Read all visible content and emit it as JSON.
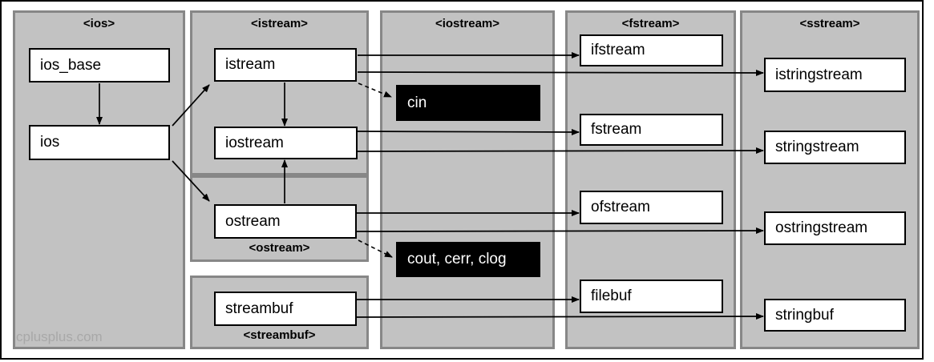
{
  "watermark": "cplusplus.com",
  "headers": {
    "ios": "<ios>",
    "istream": "<istream>",
    "iostream": "<iostream>",
    "fstream": "<fstream>",
    "sstream": "<sstream>",
    "ostream": "<ostream>",
    "streambuf": "<streambuf>"
  },
  "nodes": {
    "ios_base": "ios_base",
    "ios": "ios",
    "istream": "istream",
    "iostream": "iostream",
    "ostream": "ostream",
    "streambuf": "streambuf",
    "cin": "cin",
    "cout_cerr_clog": "cout, cerr, clog",
    "ifstream": "ifstream",
    "fstream": "fstream",
    "ofstream": "ofstream",
    "filebuf": "filebuf",
    "istringstream": "istringstream",
    "stringstream": "stringstream",
    "ostringstream": "ostringstream",
    "stringbuf": "stringbuf"
  },
  "edges": [
    {
      "from": "ios_base",
      "to": "ios",
      "style": "solid"
    },
    {
      "from": "ios",
      "to": "istream",
      "style": "solid"
    },
    {
      "from": "ios",
      "to": "ostream",
      "style": "solid"
    },
    {
      "from": "istream",
      "to": "iostream",
      "style": "solid"
    },
    {
      "from": "ostream",
      "to": "iostream",
      "style": "solid"
    },
    {
      "from": "istream",
      "to": "ifstream",
      "style": "solid"
    },
    {
      "from": "istream",
      "to": "istringstream",
      "style": "solid"
    },
    {
      "from": "istream",
      "to": "cin",
      "style": "dashed"
    },
    {
      "from": "iostream",
      "to": "fstream",
      "style": "solid"
    },
    {
      "from": "iostream",
      "to": "stringstream",
      "style": "solid"
    },
    {
      "from": "ostream",
      "to": "ofstream",
      "style": "solid"
    },
    {
      "from": "ostream",
      "to": "ostringstream",
      "style": "solid"
    },
    {
      "from": "ostream",
      "to": "cout_cerr_clog",
      "style": "dashed"
    },
    {
      "from": "streambuf",
      "to": "filebuf",
      "style": "solid"
    },
    {
      "from": "streambuf",
      "to": "stringbuf",
      "style": "solid"
    }
  ],
  "colors": {
    "panel_fill": "#c2c2c2",
    "panel_border": "#878787",
    "node_fill": "#ffffff",
    "node_border": "#000000",
    "dark_node_fill": "#000000",
    "dark_node_text": "#ffffff",
    "frame": "#000000",
    "watermark_text": "#a8a8a8"
  }
}
